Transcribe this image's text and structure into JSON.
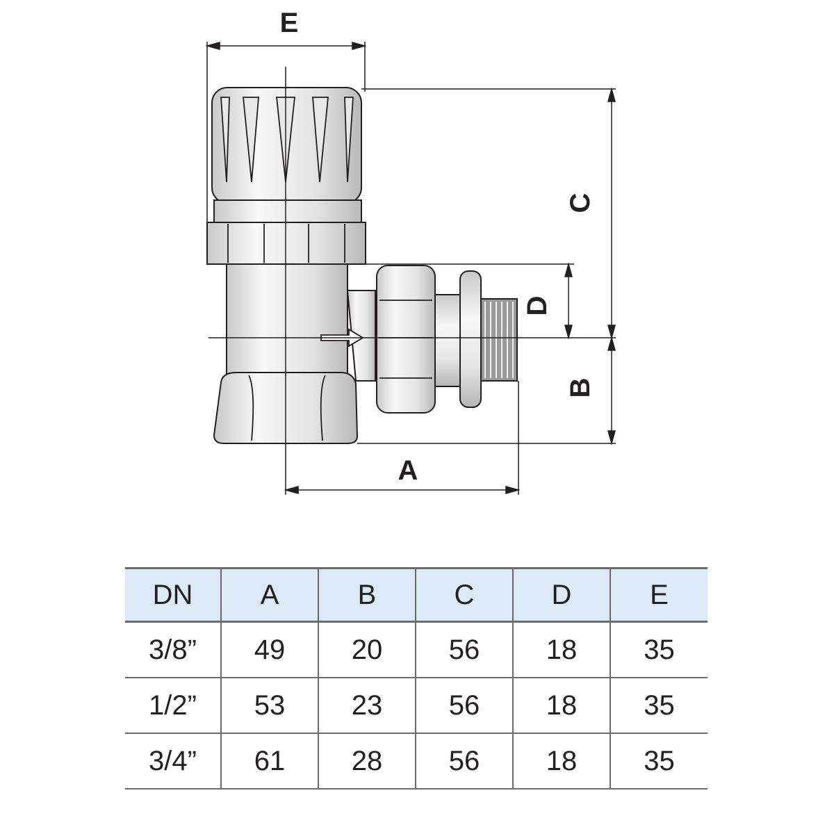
{
  "drawing": {
    "dimension_labels": {
      "A": "A",
      "B": "B",
      "C": "C",
      "D": "D",
      "E": "E"
    }
  },
  "table": {
    "headers": [
      "DN",
      "A",
      "B",
      "C",
      "D",
      "E"
    ],
    "rows": [
      [
        "3/8”",
        "49",
        "20",
        "56",
        "18",
        "35"
      ],
      [
        "1/2”",
        "53",
        "23",
        "56",
        "18",
        "35"
      ],
      [
        "3/4”",
        "61",
        "28",
        "56",
        "18",
        "35"
      ]
    ]
  }
}
